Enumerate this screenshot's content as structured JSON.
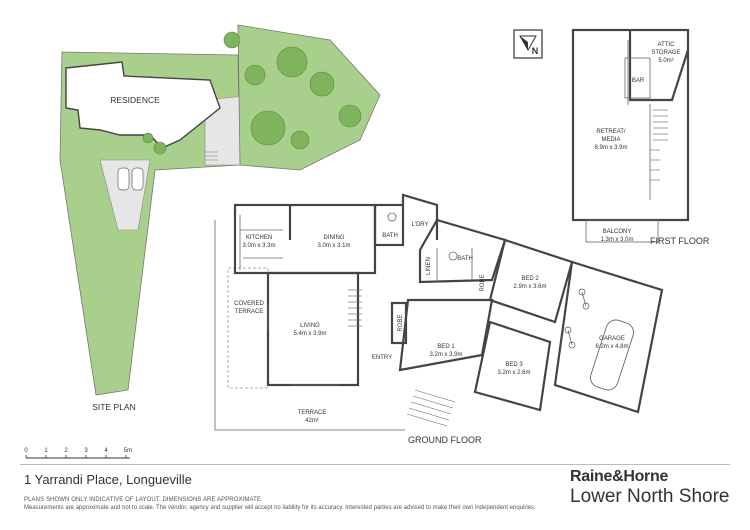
{
  "site_plan": {
    "residence_label": "RESIDENCE",
    "title": "SITE PLAN"
  },
  "ground_floor": {
    "title": "GROUND FLOOR",
    "rooms": {
      "kitchen": {
        "name": "KITCHEN",
        "size": "3.0m x 3.3m"
      },
      "dining": {
        "name": "DINING",
        "size": "3.0m x 3.1m"
      },
      "bath1": {
        "name": "BATH"
      },
      "ldry": {
        "name": "L'DRY"
      },
      "bath2": {
        "name": "BATH"
      },
      "linen": {
        "name": "LINEN"
      },
      "robe1": {
        "name": "ROBE"
      },
      "robe2": {
        "name": "ROBE"
      },
      "bed2": {
        "name": "BED 2",
        "size": "2.9m x 3.6m"
      },
      "covered_terrace": {
        "name1": "COVERED",
        "name2": "TERRACE"
      },
      "living": {
        "name": "LIVING",
        "size": "5.4m x 3.9m"
      },
      "entry": {
        "name": "ENTRY"
      },
      "bed1": {
        "name": "BED 1",
        "size": "3.2m x 3.9m"
      },
      "bed3": {
        "name": "BED 3",
        "size": "3.2m x 2.6m"
      },
      "garage": {
        "name": "GARAGE",
        "size": "6.2m x 4.8m"
      },
      "terrace": {
        "name": "TERRACE",
        "size": "42m²"
      }
    }
  },
  "first_floor": {
    "title": "FIRST FLOOR",
    "rooms": {
      "attic": {
        "name1": "ATTIC",
        "name2": "STORAGE",
        "size": "5.0m²"
      },
      "bar": {
        "name": "BAR"
      },
      "retreat": {
        "name1": "RETREAT/",
        "name2": "MEDIA",
        "size": "8.9m x 3.9m"
      },
      "balcony": {
        "name": "BALCONY",
        "size": "1.3m x 3.0m"
      }
    }
  },
  "compass": {
    "letter": "N"
  },
  "scale": {
    "ticks": [
      "0",
      "1",
      "2",
      "3",
      "4",
      "5m"
    ]
  },
  "footer": {
    "address": "1 Yarrandi Place, Longueville",
    "disclaimer1": "PLANS SHOWN ONLY INDICATIVE OF LAYOUT. DIMENSIONS ARE APPROXIMATE.",
    "disclaimer2": "Measurements are approximate and not to scale. The vendor, agency and supplier will accept no liability for its accuracy. Interested parties are advised to make their own independent enquiries.",
    "brand": "Raine&Horne",
    "office": "Lower North Shore"
  },
  "colors": {
    "lawn": "#a9cf8c",
    "tree": "#7fb35c",
    "paving": "#e6e6e6",
    "wall": "#444444"
  }
}
